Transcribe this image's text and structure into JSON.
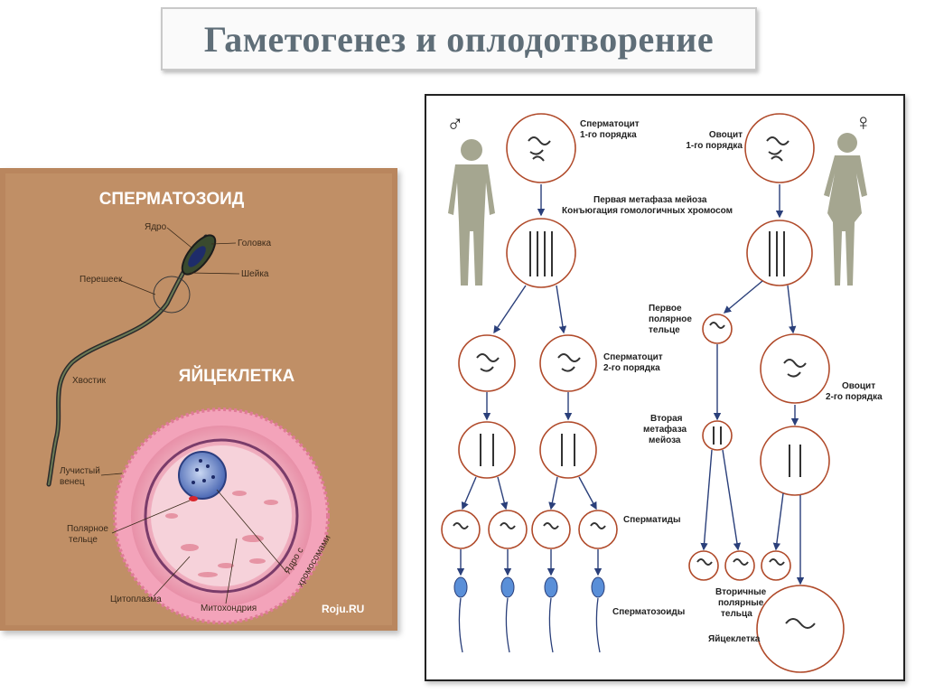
{
  "title": "Гаметогенез и оплодотворение",
  "left": {
    "heading_sperm": "СПЕРМАТОЗОИД",
    "heading_egg": "ЯЙЦЕКЛЕТКА",
    "labels": {
      "nucleus": "Ядро",
      "head": "Головка",
      "neck": "Шейка",
      "midpiece": "Перешеек",
      "tail": "Хвостик",
      "corona_1": "Лучистый",
      "corona_2": "венец",
      "polar_1": "Полярное",
      "polar_2": "тельце",
      "cytoplasm": "Цитоплазма",
      "mitochondria": "Митохондрия",
      "nucleus_chrom_1": "Ядро с",
      "nucleus_chrom_2": "хромосомами"
    },
    "watermark": "Roju.RU"
  },
  "right": {
    "male_symbol": "♂",
    "female_symbol": "♀",
    "labels": {
      "spermatocyte1_1": "Сперматоцит",
      "spermatocyte1_2": "1-го порядка",
      "oocyte1_1": "Овоцит",
      "oocyte1_2": "1-го порядка",
      "metaphase1_1": "Первая метафаза мейоза",
      "metaphase1_2": "Конъюгация гомологичных хромосом",
      "polar1_1": "Первое",
      "polar1_2": "полярное",
      "polar1_3": "тельце",
      "spermatocyte2_1": "Сперматоцит",
      "spermatocyte2_2": "2-го порядка",
      "oocyte2_1": "Овоцит",
      "oocyte2_2": "2-го порядка",
      "metaphase2_1": "Вторая",
      "metaphase2_2": "метафаза",
      "metaphase2_3": "мейоза",
      "spermatids": "Сперматиды",
      "spermatozoa": "Сперматозоиды",
      "polar2_1": "Вторичные",
      "polar2_2": "полярные",
      "polar2_3": "тельца",
      "egg": "Яйцеклетка"
    }
  }
}
